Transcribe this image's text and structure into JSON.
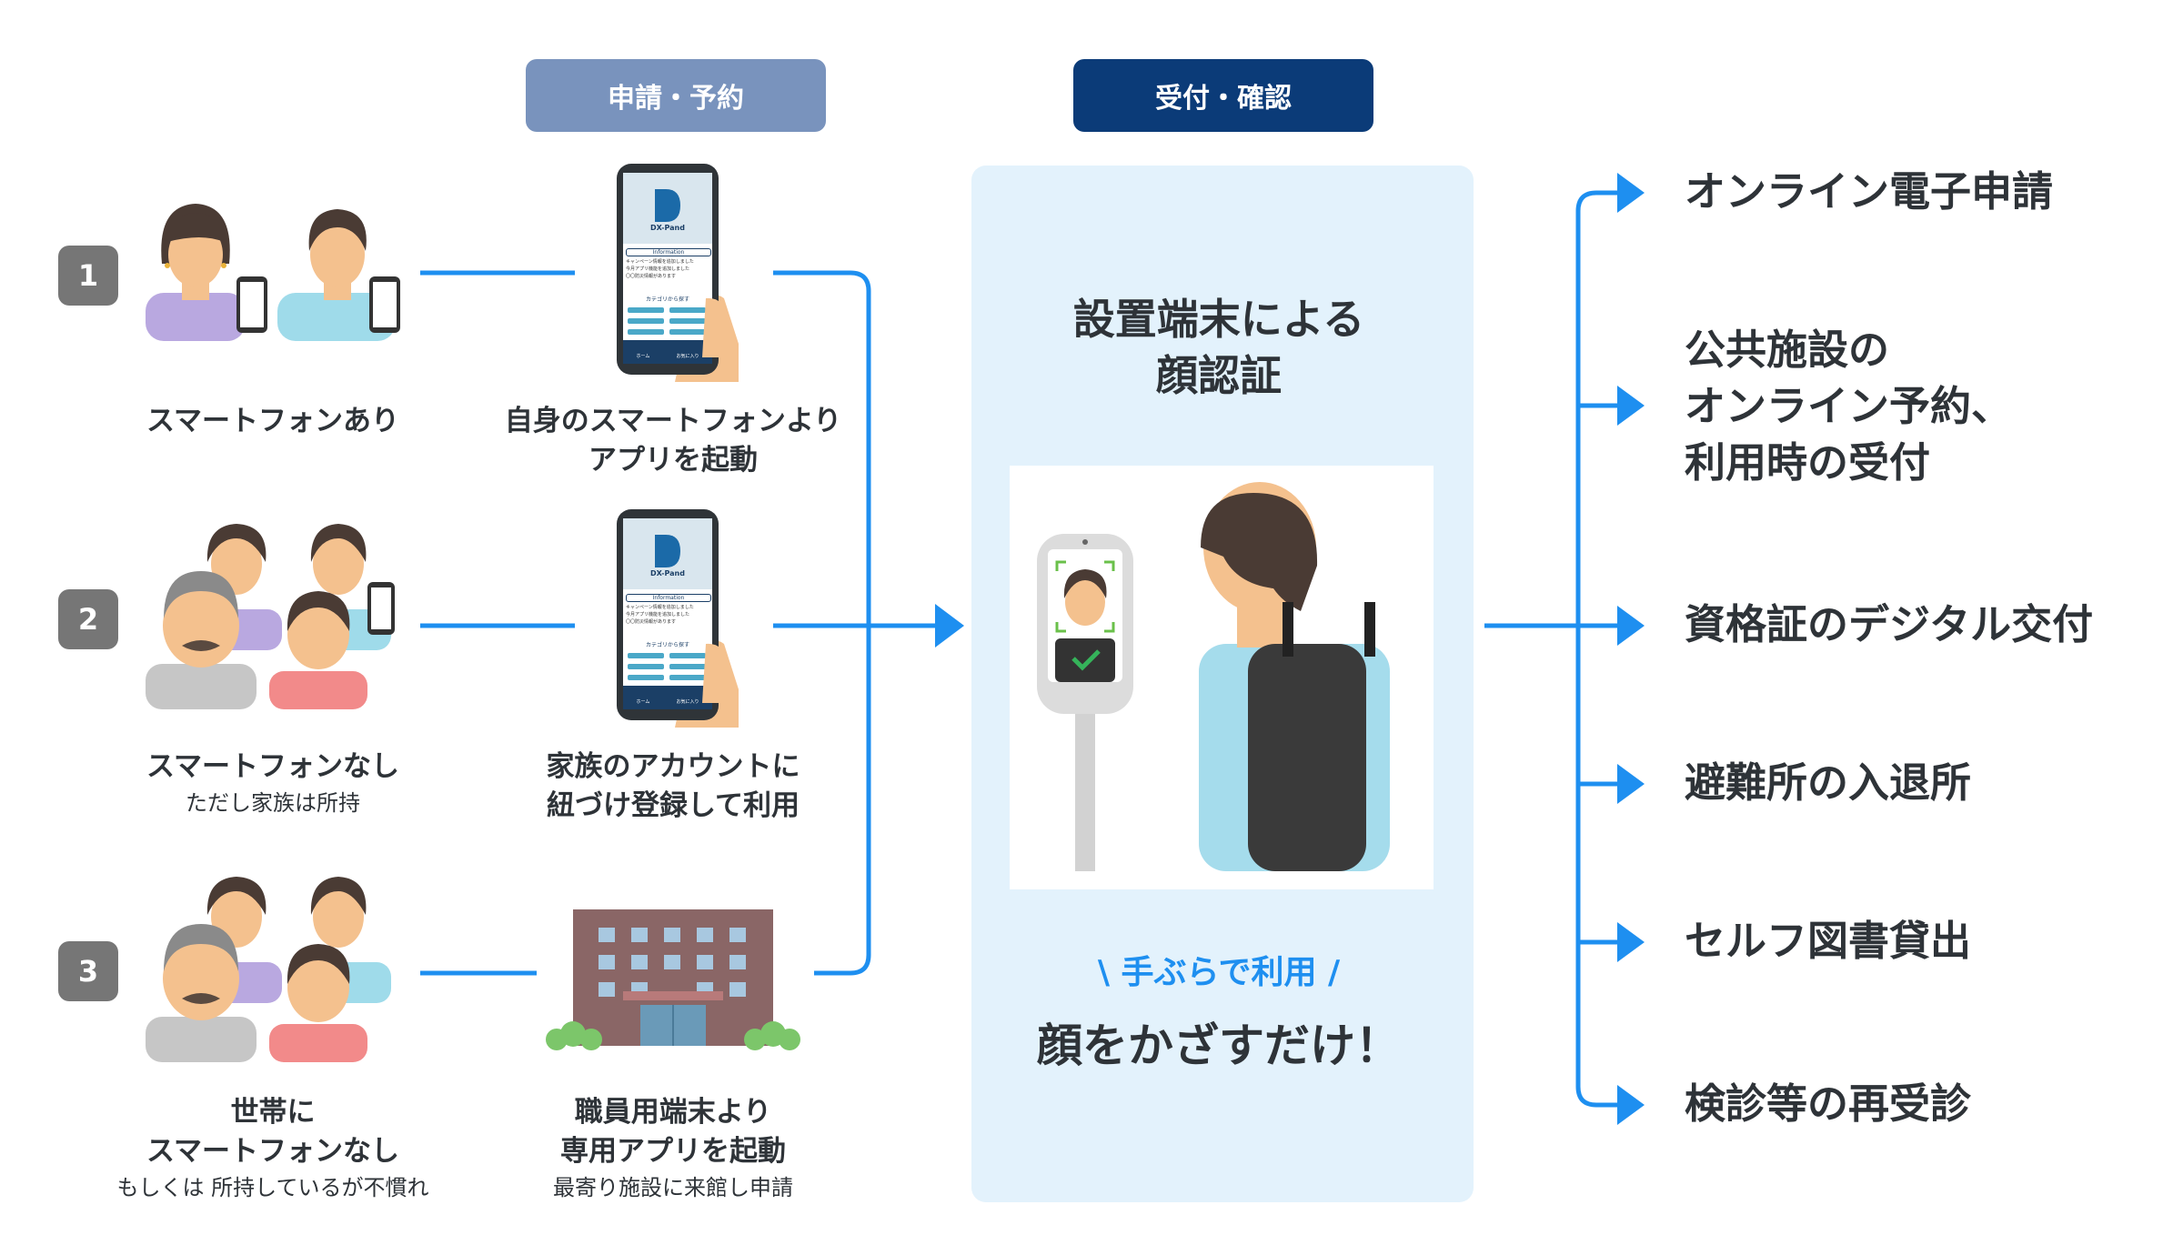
{
  "columns": {
    "apply": "申請・予約",
    "reception": "受付・確認"
  },
  "rows": [
    {
      "number": "1",
      "user_label": "スマートフォンあり",
      "user_sub": "",
      "method_line1": "自身のスマートフォンより",
      "method_line2": "アプリを起動",
      "method_sub": ""
    },
    {
      "number": "2",
      "user_label": "スマートフォンなし",
      "user_sub": "ただし家族は所持",
      "method_line1": "家族のアカウントに",
      "method_line2": "紐づけ登録して利用",
      "method_sub": ""
    },
    {
      "number": "3",
      "user_label_line1": "世帯に",
      "user_label_line2": "スマートフォンなし",
      "user_sub": "もしくは 所持しているが不慣れ",
      "method_line1": "職員用端末より",
      "method_line2": "専用アプリを起動",
      "method_sub": "最寄り施設に来館し申請"
    }
  ],
  "phone_app": {
    "logo": "DX-Pand",
    "info_header": "Information",
    "info_lines": [
      "キャンペーン情報を追加しました",
      "今月アプリ機能を追加しました",
      "〇〇防災情報があります"
    ],
    "category_btn": "カテゴリから探す",
    "nav": [
      "ホーム",
      "お気に入り"
    ]
  },
  "center": {
    "title_line1": "設置端末による",
    "title_line2": "顔認証",
    "tagline": "\\ 手ぶらで利用 /",
    "headline": "顔をかざすだけ！"
  },
  "outputs": [
    {
      "lines": [
        "オンライン電子申請"
      ]
    },
    {
      "lines": [
        "公共施設の",
        "オンライン予約、",
        "利用時の受付"
      ]
    },
    {
      "lines": [
        "資格証のデジタル交付"
      ]
    },
    {
      "lines": [
        "避難所の入退所"
      ]
    },
    {
      "lines": [
        "セルフ図書貸出"
      ]
    },
    {
      "lines": [
        "検診等の再受診"
      ]
    }
  ],
  "colors": {
    "apply_pill": "#7993bd",
    "reception_pill": "#0b3b78",
    "connector": "#1e8ff0",
    "panel_bg": "#e3f2fc",
    "badge": "#767676",
    "check": "#35b35a"
  }
}
